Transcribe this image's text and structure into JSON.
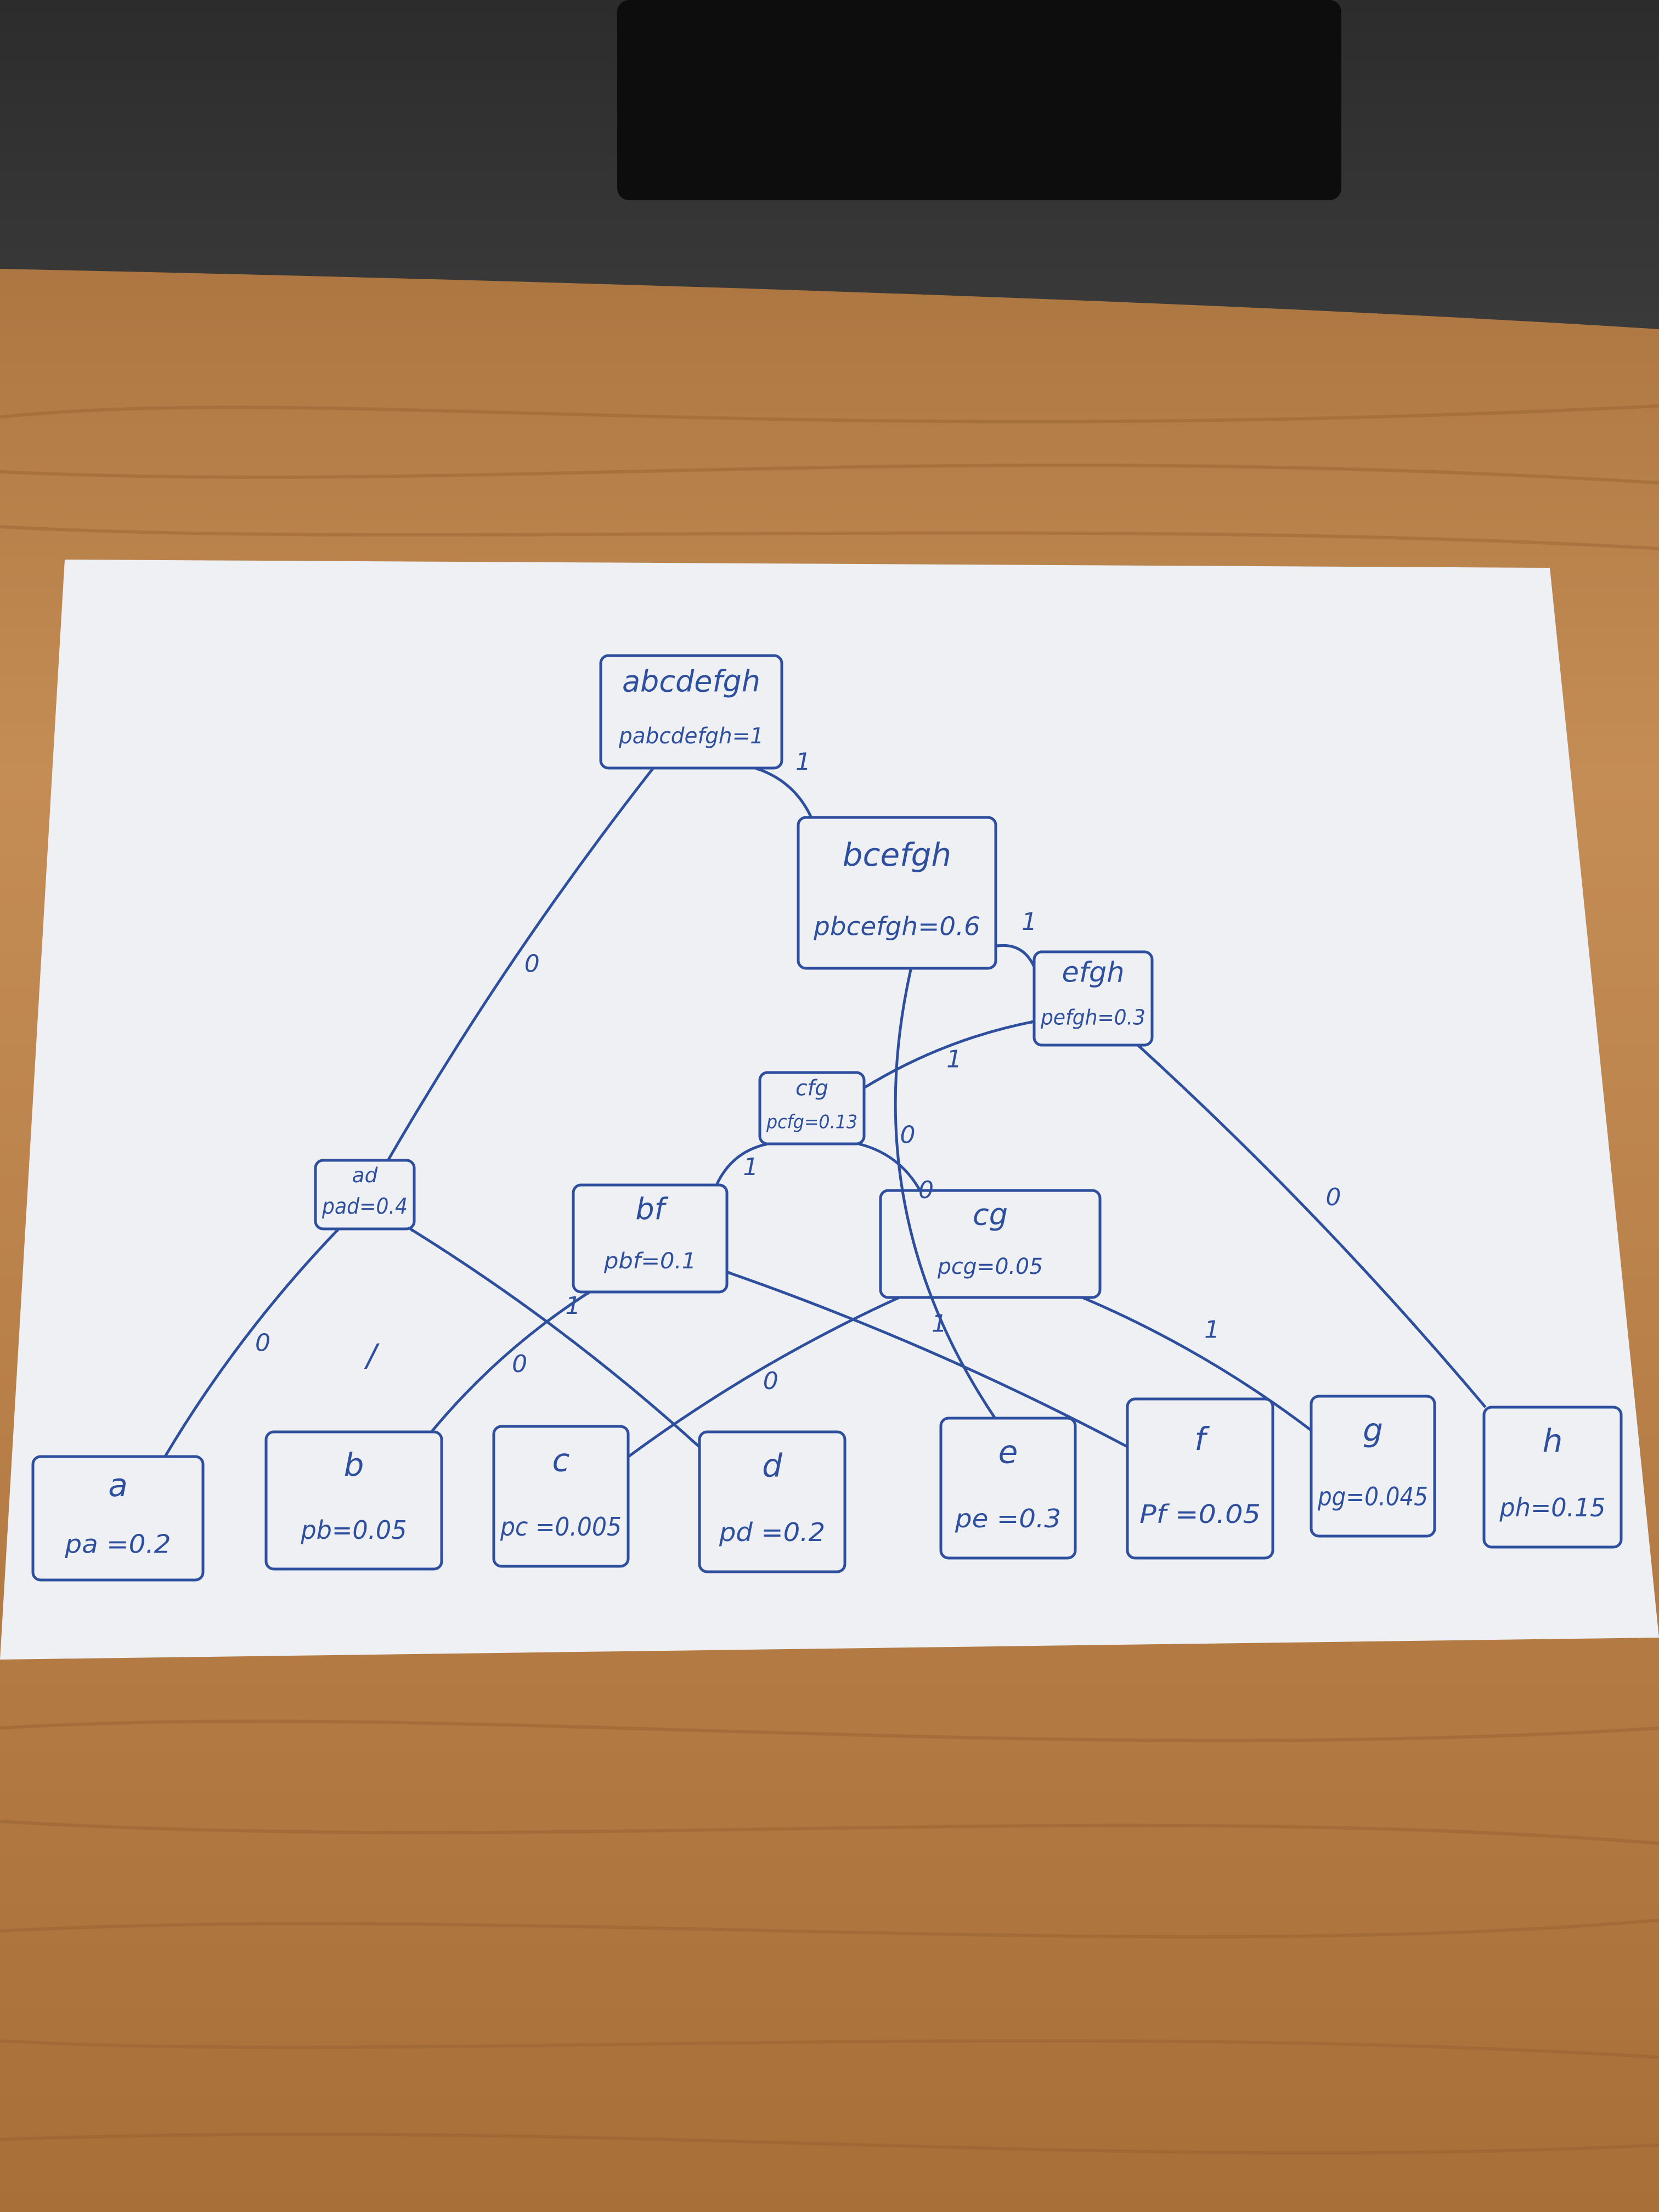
{
  "paper": {
    "nodes": [
      {
        "id": "abcdefgh",
        "name": "abcdefgh",
        "prob": "pabcdefgh=1"
      },
      {
        "id": "bcefgh",
        "name": "bcefgh",
        "prob": "pbcefgh=0.6"
      },
      {
        "id": "efgh",
        "name": "efgh",
        "prob": "pefgh=0.3"
      },
      {
        "id": "cfg",
        "name": "cfg",
        "prob": "pcfg=0.13"
      },
      {
        "id": "ad",
        "name": "ad",
        "prob": "pad=0.4"
      },
      {
        "id": "bf",
        "name": "bf",
        "prob": "pbf=0.1"
      },
      {
        "id": "cg",
        "name": "cg",
        "prob": "pcg=0.05"
      },
      {
        "id": "a",
        "name": "a",
        "prob": "pa =0.2"
      },
      {
        "id": "b",
        "name": "b",
        "prob": "pb=0.05"
      },
      {
        "id": "c",
        "name": "c",
        "prob": "pc =0.005"
      },
      {
        "id": "d",
        "name": "d",
        "prob": "pd =0.2"
      },
      {
        "id": "e",
        "name": "e",
        "prob": "pe =0.3"
      },
      {
        "id": "f",
        "name": "f",
        "prob": "Pf =0.05"
      },
      {
        "id": "g",
        "name": "g",
        "prob": "pg=0.045"
      },
      {
        "id": "h",
        "name": "h",
        "prob": "ph=0.15"
      }
    ],
    "edge_labels": [
      {
        "from": "ad",
        "to": "abcdefgh",
        "label": "0"
      },
      {
        "from": "bcefgh",
        "to": "abcdefgh",
        "label": "1"
      },
      {
        "from": "e",
        "to": "bcefgh",
        "label": "0"
      },
      {
        "from": "efgh",
        "to": "bcefgh",
        "label": "1"
      },
      {
        "from": "cfg",
        "to": "efgh",
        "label": "1"
      },
      {
        "from": "h",
        "to": "efgh",
        "label": "0"
      },
      {
        "from": "bf",
        "to": "cfg",
        "label": "1"
      },
      {
        "from": "cg",
        "to": "cfg",
        "label": "0"
      },
      {
        "from": "a",
        "to": "ad",
        "label": "0"
      },
      {
        "from": "d",
        "to": "ad",
        "label": "1"
      },
      {
        "from": "b",
        "to": "bf",
        "label": "0"
      },
      {
        "from": "f",
        "to": "bf",
        "label": "1"
      },
      {
        "from": "c",
        "to": "cg",
        "label": "0"
      },
      {
        "from": "g",
        "to": "cg",
        "label": "1"
      }
    ],
    "stray_marks": [
      "/"
    ]
  }
}
